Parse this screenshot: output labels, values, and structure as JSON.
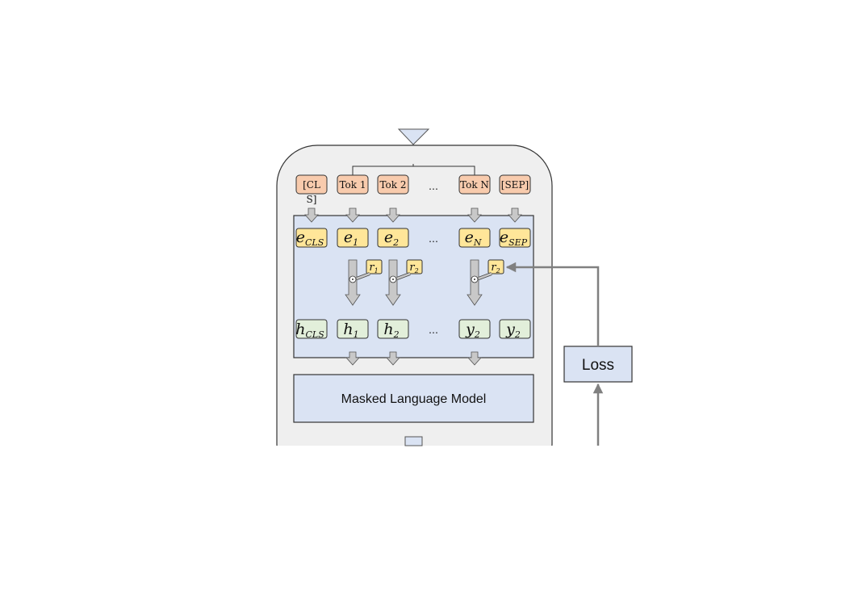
{
  "tokens": [
    {
      "text": "[CL",
      "text2": "S]"
    },
    {
      "text": "Tok 1"
    },
    {
      "text": "Tok 2"
    },
    {
      "text": "…"
    },
    {
      "text": "Tok N"
    },
    {
      "text": "[SEP]"
    }
  ],
  "embeddings": [
    {
      "base": "e",
      "sub": "CLS"
    },
    {
      "base": "e",
      "sub": "1"
    },
    {
      "base": "e",
      "sub": "2"
    },
    {
      "base": "…",
      "sub": ""
    },
    {
      "base": "e",
      "sub": "N"
    },
    {
      "base": "e",
      "sub": "SEP"
    }
  ],
  "relations": [
    {
      "base": "r",
      "sub": "1"
    },
    {
      "base": "r",
      "sub": "2"
    },
    {
      "base": "r",
      "sub": "2"
    }
  ],
  "hidden": [
    {
      "base": "h",
      "sub": "CLS"
    },
    {
      "base": "h",
      "sub": "1"
    },
    {
      "base": "h",
      "sub": "2"
    },
    {
      "base": "…",
      "sub": ""
    },
    {
      "base": "y",
      "sub": "2"
    },
    {
      "base": "y",
      "sub": "2"
    }
  ],
  "mlm_label": "Masked Language Model",
  "loss_label": "Loss",
  "colors": {
    "outer_fill": "#efefef",
    "inner_fill": "#dae3f3",
    "token_fill": "#f8cbad",
    "embed_fill": "#ffe699",
    "hidden_fill": "#e2efda",
    "arrow_gray": "#c8c8c8",
    "connector": "#808080"
  }
}
